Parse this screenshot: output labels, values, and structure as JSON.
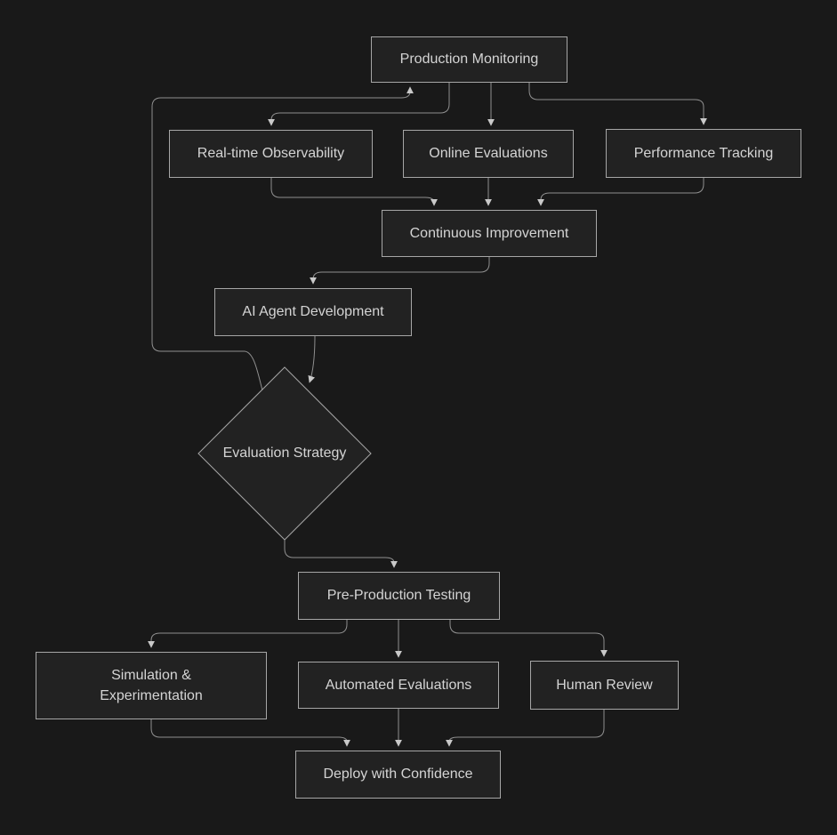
{
  "diagram": {
    "type": "flowchart",
    "nodes": {
      "production_monitoring": {
        "label": "Production Monitoring",
        "shape": "rectangle"
      },
      "realtime_observability": {
        "label": "Real-time Observability",
        "shape": "rectangle"
      },
      "online_evaluations": {
        "label": "Online Evaluations",
        "shape": "rectangle"
      },
      "performance_tracking": {
        "label": "Performance Tracking",
        "shape": "rectangle"
      },
      "continuous_improvement": {
        "label": "Continuous Improvement",
        "shape": "rectangle"
      },
      "ai_agent_development": {
        "label": "AI Agent Development",
        "shape": "rectangle"
      },
      "evaluation_strategy": {
        "label": "Evaluation Strategy",
        "shape": "diamond"
      },
      "pre_production_testing": {
        "label": "Pre-Production Testing",
        "shape": "rectangle"
      },
      "simulation_experimentation": {
        "label": "Simulation & Experimentation",
        "shape": "rectangle"
      },
      "automated_evaluations": {
        "label": "Automated Evaluations",
        "shape": "rectangle"
      },
      "human_review": {
        "label": "Human Review",
        "shape": "rectangle"
      },
      "deploy_with_confidence": {
        "label": "Deploy with Confidence",
        "shape": "rectangle"
      }
    },
    "edges": [
      {
        "from": "production_monitoring",
        "to": "realtime_observability"
      },
      {
        "from": "production_monitoring",
        "to": "online_evaluations"
      },
      {
        "from": "production_monitoring",
        "to": "performance_tracking"
      },
      {
        "from": "realtime_observability",
        "to": "continuous_improvement"
      },
      {
        "from": "online_evaluations",
        "to": "continuous_improvement"
      },
      {
        "from": "performance_tracking",
        "to": "continuous_improvement"
      },
      {
        "from": "continuous_improvement",
        "to": "ai_agent_development"
      },
      {
        "from": "ai_agent_development",
        "to": "evaluation_strategy"
      },
      {
        "from": "evaluation_strategy",
        "to": "production_monitoring"
      },
      {
        "from": "evaluation_strategy",
        "to": "pre_production_testing"
      },
      {
        "from": "pre_production_testing",
        "to": "simulation_experimentation"
      },
      {
        "from": "pre_production_testing",
        "to": "automated_evaluations"
      },
      {
        "from": "pre_production_testing",
        "to": "human_review"
      },
      {
        "from": "simulation_experimentation",
        "to": "deploy_with_confidence"
      },
      {
        "from": "automated_evaluations",
        "to": "deploy_with_confidence"
      },
      {
        "from": "human_review",
        "to": "deploy_with_confidence"
      }
    ],
    "colors": {
      "background": "#191919",
      "node_fill": "#222222",
      "node_border": "#a6a6a6",
      "node_text": "#d4d4d4",
      "edge_line": "#8f8f8f",
      "arrowhead": "#c9c9c9"
    }
  }
}
